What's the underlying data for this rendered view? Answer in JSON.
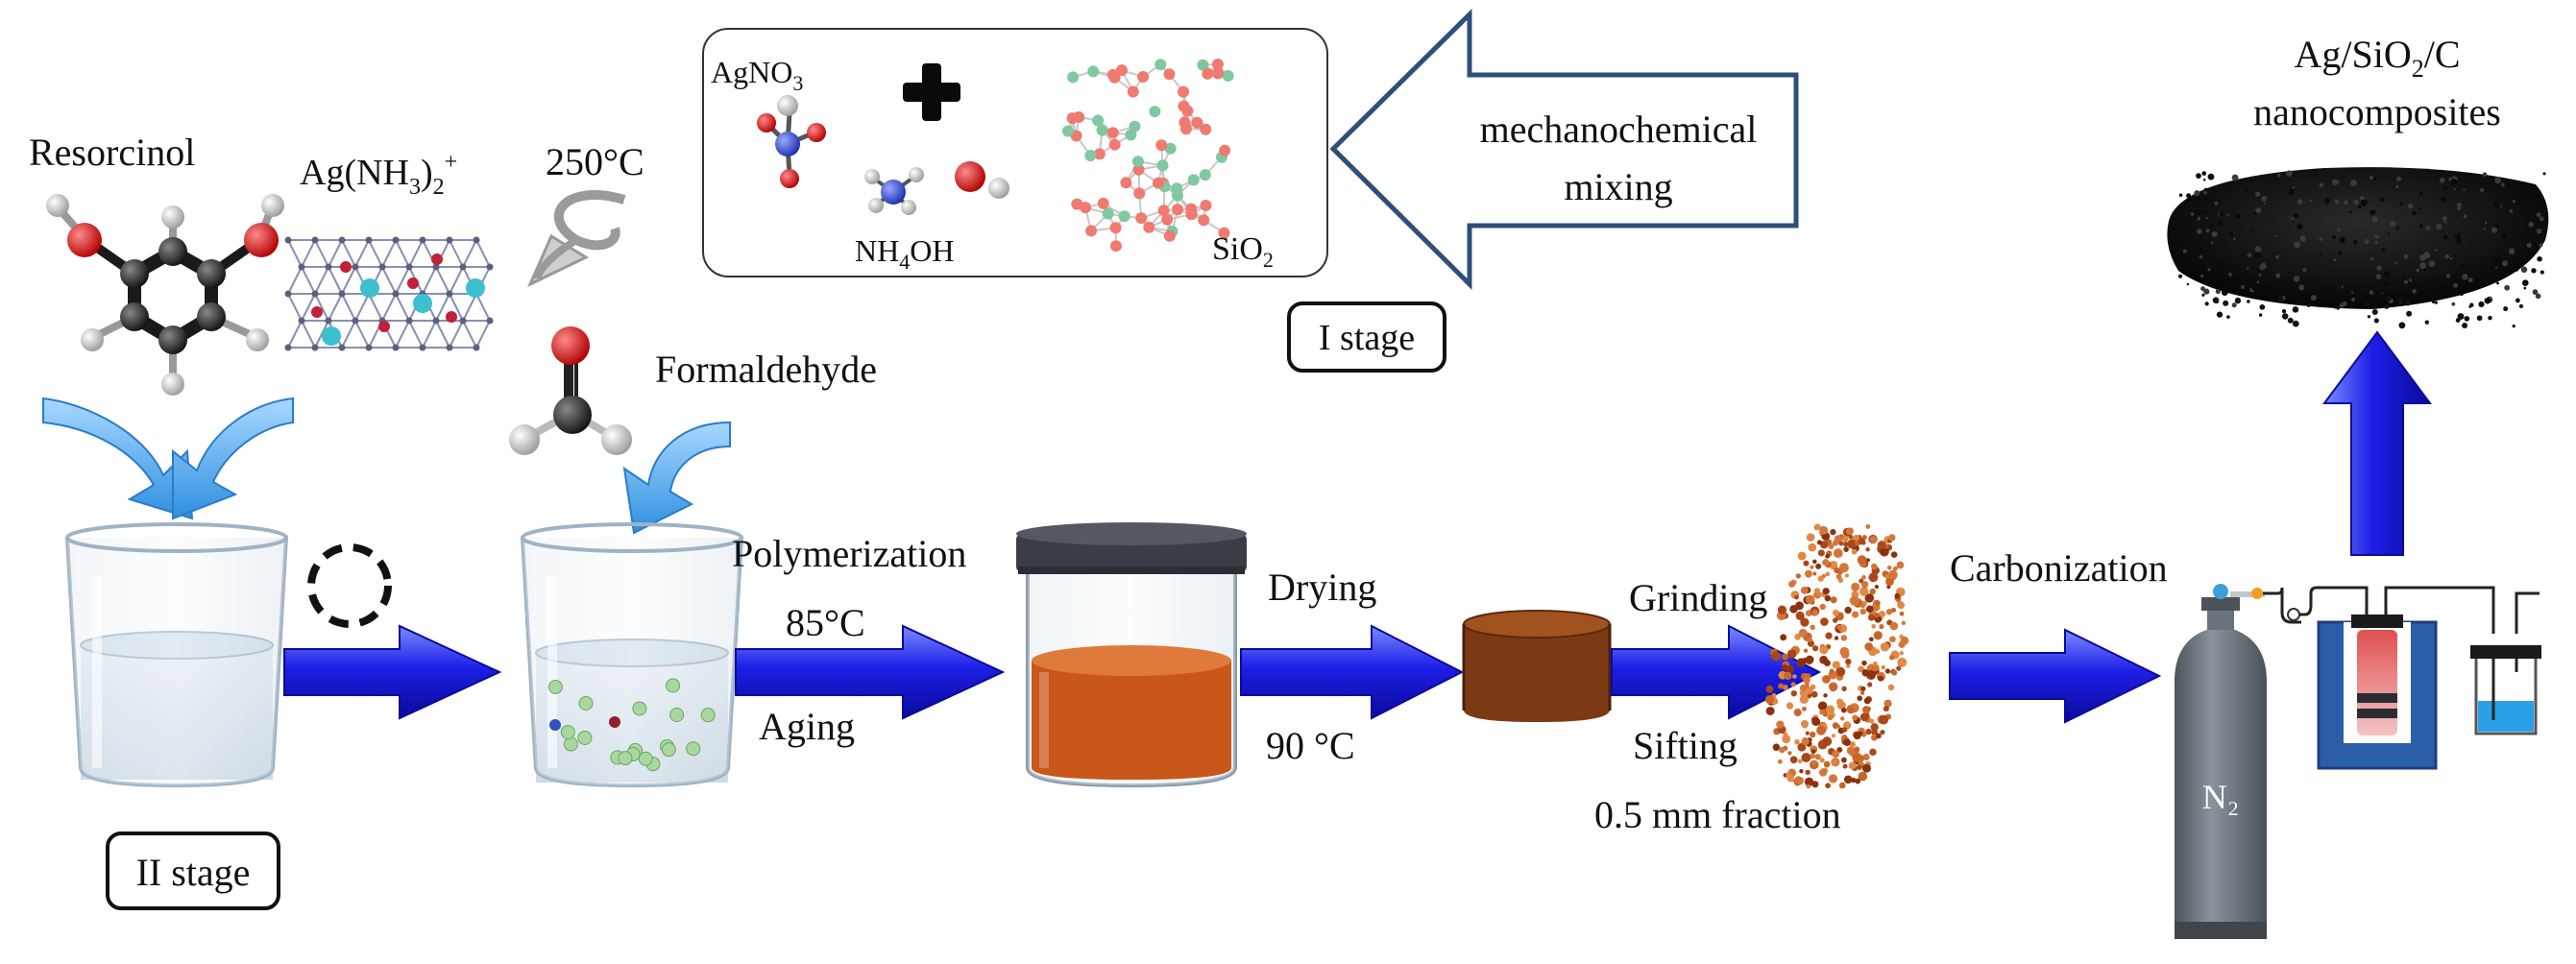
{
  "labels": {
    "resorcinol": "Resorcinol",
    "ag_complex_base": "Ag(NH",
    "ag_complex_sub": "3",
    "ag_complex_close": ")",
    "ag_complex_sub2": "2",
    "ag_complex_sup": "+",
    "temp_250": "250°C",
    "agno3_base": "AgNO",
    "agno3_sub": "3",
    "nh4oh_a": "NH",
    "nh4oh_sub": "4",
    "nh4oh_b": "OH",
    "sio2_base": "SiO",
    "sio2_sub": "2",
    "mech_line1": "mechanochemical",
    "mech_line2": "mixing",
    "stage1": "I stage",
    "stage2": "II stage",
    "formaldehyde": "Formaldehyde",
    "polymerization": "Polymerization",
    "temp_85": "85°C",
    "aging": "Aging",
    "drying": "Drying",
    "temp_90": "90 °C",
    "grinding": "Grinding",
    "sifting": "Sifting",
    "fraction": "0.5 mm fraction",
    "carbonization": "Carbonization",
    "product_line1_a": "Ag/SiO",
    "product_line1_sub": "2",
    "product_line1_b": "/C",
    "product_line2": "nanocomposites",
    "cylinder_label": "N₂"
  },
  "colors": {
    "arrow_blue": "#1d1ee6",
    "arrow_light": "#9ab0ff",
    "gel_orange": "#c9571a",
    "cylinder_gray": "#6a737d",
    "furnace_blue": "#2c5da8",
    "hollow_arrow_stroke": "#2e4f7a",
    "curved_arrow_blue": "#4aa8e8"
  }
}
